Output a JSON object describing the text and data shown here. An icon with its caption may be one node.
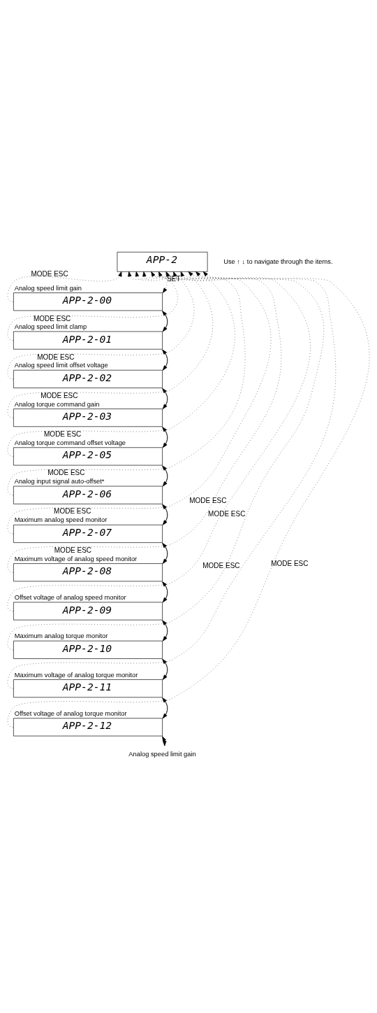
{
  "diagram": {
    "nodes": [
      {
        "text": [
          "APP-2"
        ]
      },
      {
        "text": [
          "APP-2-00"
        ],
        "beside": [
          "Analog speed limit gain"
        ]
      },
      {
        "text": [
          "APP-2-01"
        ],
        "beside": [
          "Analog speed limit clamp"
        ]
      },
      {
        "text": [
          "APP-2-02"
        ],
        "beside": [
          "Analog speed limit offset voltage"
        ]
      },
      {
        "text": [
          "APP-2-03"
        ],
        "beside": [
          "Analog torque command gain"
        ]
      },
      {
        "text": [
          "APP-2-05"
        ],
        "beside": [
          "Analog torque command offset voltage"
        ]
      },
      {
        "text": [
          "APP-2-06"
        ],
        "beside": [
          "Analog input signal auto-offset*"
        ]
      },
      {
        "text": [
          "APP-2-07"
        ],
        "beside": [
          "Maximum analog speed monitor"
        ]
      },
      {
        "text": [
          "APP-2-08"
        ],
        "beside": [
          "Maximum voltage of analog speed monitor"
        ]
      },
      {
        "text": [
          "APP-2-09"
        ],
        "beside": [
          "Offset voltage of analog speed monitor"
        ]
      },
      {
        "text": [
          "APP-2-10"
        ],
        "beside": [
          "Maximum analog torque monitor"
        ]
      },
      {
        "text": [
          "APP-2-11"
        ],
        "beside": [
          "Maximum voltage of analog torque monitor"
        ]
      },
      {
        "text": [
          "APP-2-12"
        ],
        "beside": [
          "Offset voltage of analog torque monitor"
        ]
      },
      {
        "text": [
          "Analog speed limit gain"
        ]
      }
    ],
    "edges": [
      {
        "from": 0,
        "to": 1,
        "arrow": "to",
        "style": "dashed",
        "label": "SET"
      },
      {
        "from": 1,
        "to": 2,
        "arrow": "to"
      },
      {
        "from": 2,
        "to": 1,
        "arrow": "to"
      },
      {
        "from": 2,
        "to": 3,
        "arrow": "to"
      },
      {
        "from": 3,
        "to": 2,
        "arrow": "to"
      },
      {
        "from": 3,
        "to": 4,
        "arrow": "to"
      },
      {
        "from": 4,
        "to": 3,
        "arrow": "to"
      },
      {
        "from": 4,
        "to": 5,
        "arrow": "to"
      },
      {
        "from": 5,
        "to": 4,
        "arrow": "to"
      },
      {
        "from": 5,
        "to": 6,
        "arrow": "to"
      },
      {
        "from": 6,
        "to": 5,
        "arrow": "to"
      },
      {
        "from": 6,
        "to": 7,
        "arrow": "to"
      },
      {
        "from": 7,
        "to": 6,
        "arrow": "to"
      },
      {
        "from": 7,
        "to": 8,
        "arrow": "to"
      },
      {
        "from": 8,
        "to": 7,
        "arrow": "to"
      },
      {
        "from": 8,
        "to": 9,
        "arrow": "to"
      },
      {
        "from": 9,
        "to": 8,
        "arrow": "to"
      },
      {
        "from": 9,
        "to": 10,
        "arrow": "to"
      },
      {
        "from": 10,
        "to": 9,
        "arrow": "to"
      },
      {
        "from": 10,
        "to": 11,
        "arrow": "to"
      },
      {
        "from": 11,
        "to": 10,
        "arrow": "to"
      },
      {
        "from": 11,
        "to": 12,
        "arrow": "to"
      },
      {
        "from": 12,
        "to": 11,
        "arrow": "to"
      },
      {
        "from": 12,
        "to": 13,
        "arrow": "to"
      },
      {
        "from": 13,
        "to": 12,
        "arrow": "to"
      },
      {
        "from": 1,
        "to": 0,
        "arrow": "to",
        "style": "dashed",
        "label": "MODE ESC"
      },
      {
        "from": 2,
        "to": 0,
        "arrow": "to",
        "style": "dashed",
        "label": "MODE ESC"
      },
      {
        "from": 3,
        "to": 0,
        "arrow": "to",
        "style": "dashed",
        "label": "MODE ESC"
      },
      {
        "from": 4,
        "to": 0,
        "arrow": "to",
        "style": "dashed",
        "label": "MODE ESC"
      },
      {
        "from": 5,
        "to": 0,
        "arrow": "to",
        "style": "dashed",
        "label": "MODE ESC"
      },
      {
        "from": 6,
        "to": 0,
        "arrow": "to",
        "style": "dashed",
        "label": "MODE ESC"
      },
      {
        "from": 7,
        "to": 0,
        "arrow": "to",
        "style": "dashed",
        "label": "MODE ESC"
      },
      {
        "from": 8,
        "to": 0,
        "arrow": "to",
        "style": "dashed",
        "label": "MODE ESC"
      },
      {
        "from": 9,
        "to": 0,
        "arrow": "to",
        "style": "dashed",
        "label": "MODE ESC"
      },
      {
        "from": 10,
        "to": 0,
        "arrow": "to",
        "style": "dashed",
        "label": "MODE ESC"
      },
      {
        "from": 11,
        "to": 0,
        "arrow": "to",
        "style": "dashed",
        "label": "MODE ESC"
      },
      {
        "from": 12,
        "to": 0,
        "arrow": "to",
        "style": "dashed",
        "label": "MODE ESC"
      }
    ],
    "labels": [
      "Use ↑ ↓ to navigate through the items."
    ]
  }
}
